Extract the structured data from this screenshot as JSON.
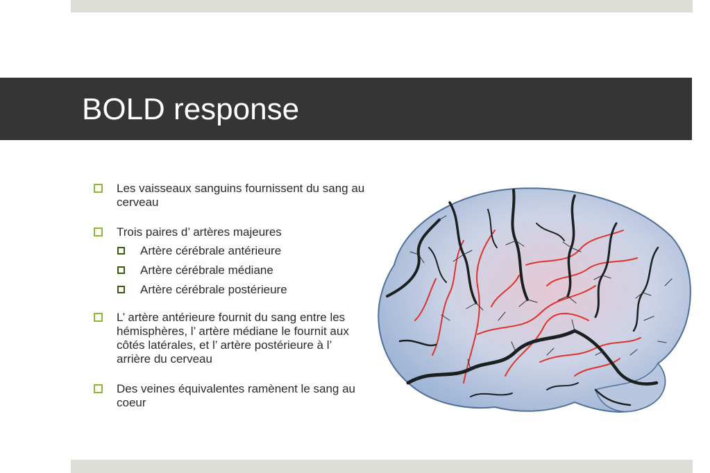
{
  "slide": {
    "title": "BOLD response",
    "bullets": [
      {
        "text": "Les vaisseaux sanguins fournissent du sang au cerveau"
      },
      {
        "text": "Trois paires d’ artères majeures",
        "subs": [
          "Artère cérébrale antérieure",
          "Artère cérébrale médiane",
          "Artère cérébrale postérieure"
        ]
      },
      {
        "text": "L’ artère antérieure fournit du sang entre les hémisphères, l’ artère médiane le fournit aux côtés latérales, et l’ artère postérieure à l’ arrière du cerveau"
      },
      {
        "text": "Des veines équivalentes ramènent le sang au coeur"
      }
    ]
  },
  "colors": {
    "title_bar": "#353535",
    "accent_bullet": "#8ab82e",
    "sub_bullet": "#3a5a12",
    "band": "#dcddd6",
    "vein": "#1a1f1f",
    "artery": "#e0322b",
    "brain_tissue": "#c9d3e2"
  },
  "image": {
    "icon": "brain-vasculature-illustration"
  }
}
